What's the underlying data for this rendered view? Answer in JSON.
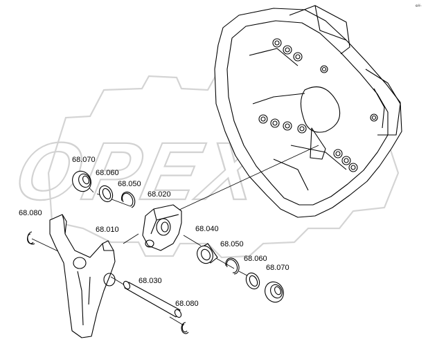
{
  "corner_mark": "e#-",
  "watermark": "OPEX",
  "parts": [
    {
      "id": "label-68-070-top",
      "text": "68.070"
    },
    {
      "id": "label-68-060-top",
      "text": "68.060"
    },
    {
      "id": "label-68-050-top",
      "text": "68.050"
    },
    {
      "id": "label-68-020",
      "text": "68.020"
    },
    {
      "id": "label-68-080-left",
      "text": "68.080"
    },
    {
      "id": "label-68-010",
      "text": "68.010"
    },
    {
      "id": "label-68-040",
      "text": "68.040"
    },
    {
      "id": "label-68-050-bottom",
      "text": "68.050"
    },
    {
      "id": "label-68-060-bottom",
      "text": "68.060"
    },
    {
      "id": "label-68-070-bottom",
      "text": "68.070"
    },
    {
      "id": "label-68-030",
      "text": "68.030"
    },
    {
      "id": "label-68-080-bottom",
      "text": "68.080"
    }
  ]
}
